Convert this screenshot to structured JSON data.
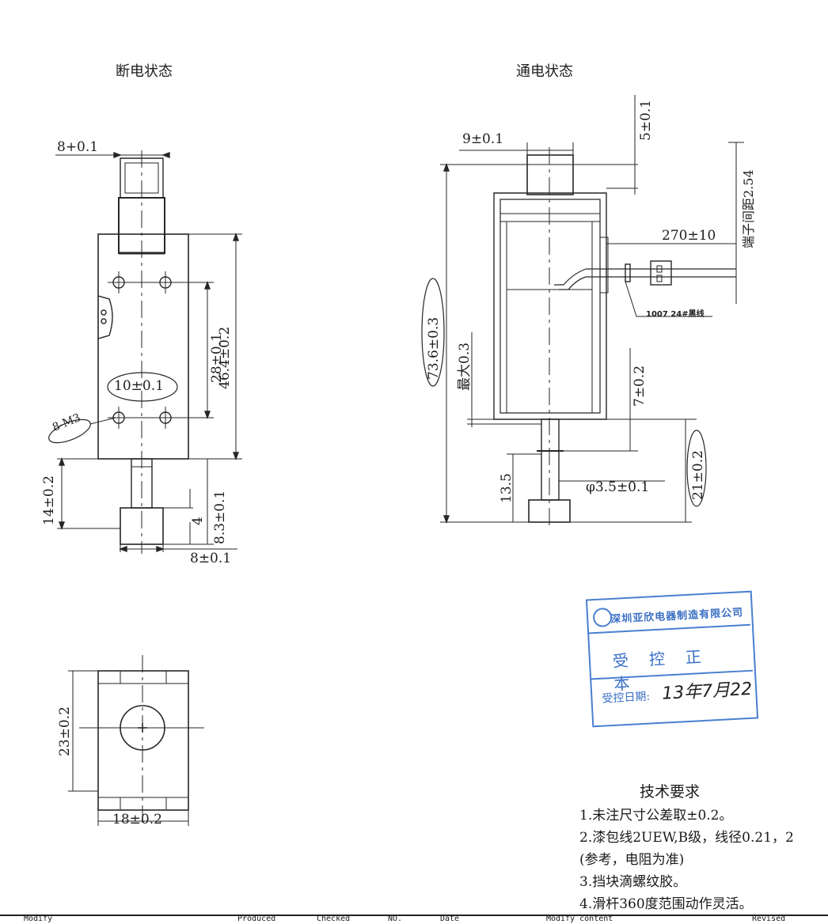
{
  "titles": {
    "off_state": "断电状态",
    "on_state": "通电状态"
  },
  "dims_off": {
    "width_top": "8+0.1",
    "mount_spacing": "10±0.1",
    "thread": "8-M3",
    "hole_pitch": "28±0.1",
    "body_height": "46.4±0.2",
    "shaft_len": "14±0.2",
    "four": "4",
    "stroke_off": "8.3±0.1",
    "width_bottom": "8±0.1"
  },
  "dims_on": {
    "width_top": "9±0.1",
    "cap_h": "5±0.1",
    "lead_len": "270±10",
    "pin_pitch": "端子间距2.54",
    "wire": "1007 24#黑线",
    "overall": "73.6±0.3",
    "max_stroke": "最大0.3",
    "seven": "7±0.2",
    "twentyone": "21±0.2",
    "thirteen": "13.5",
    "shaft_dia": "φ3.5±0.1"
  },
  "dims_bottom": {
    "height": "23±0.2",
    "width": "18±0.2"
  },
  "stamp": {
    "company": "深圳亚欣电器制造有限公司",
    "control": "受控正本",
    "date_label": "受控日期:",
    "date_hand": "13年7月22"
  },
  "tech": {
    "title": "技术要求",
    "lines": [
      "1.未注尺寸公差取±0.2。",
      "2.漆包线2UEW,B级，线径0.21，2",
      "(参考，电阻为准)",
      "3.挡块滴螺纹胶。",
      "4.滑杆360度范围动作灵活。"
    ]
  },
  "footer": [
    "Modify",
    "Produced",
    "Checked",
    "NO.",
    "Date",
    "Modify content",
    "Revised"
  ]
}
